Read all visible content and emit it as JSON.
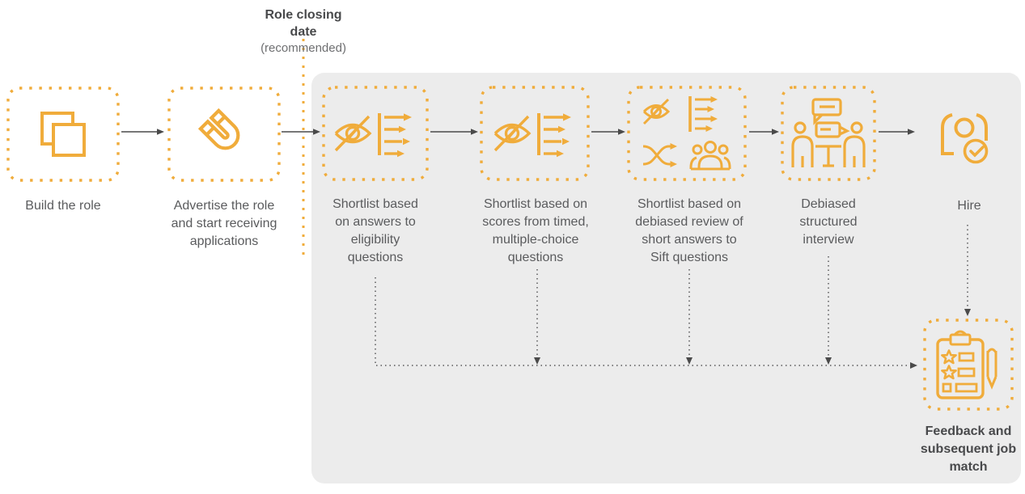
{
  "annotation": {
    "title_lines": [
      "Role closing",
      "date"
    ],
    "note": "(recommended)"
  },
  "steps": [
    {
      "name": "build-role",
      "icon": "copy-squares-icon",
      "lines": [
        "Build the role"
      ]
    },
    {
      "name": "advertise-role",
      "icon": "magnet-icon",
      "lines": [
        "Advertise the role",
        "and start receiving",
        "applications"
      ]
    },
    {
      "name": "shortlist-eligibility",
      "icon": "hidden-eye-sort-icon",
      "lines": [
        "Shortlist based",
        "on answers to",
        "eligibility",
        "questions"
      ]
    },
    {
      "name": "shortlist-mcq",
      "icon": "hidden-eye-sort-icon",
      "lines": [
        "Shortlist based on",
        "scores from timed,",
        "multiple-choice",
        "questions"
      ]
    },
    {
      "name": "shortlist-sift",
      "icon": "hidden-eye-sort-shuffle-team-icon",
      "lines": [
        "Shortlist based on",
        "debiased review of",
        "short answers to",
        "Sift questions"
      ]
    },
    {
      "name": "debiased-interview",
      "icon": "interview-icon",
      "lines": [
        "Debiased",
        "structured",
        "interview"
      ]
    },
    {
      "name": "hire",
      "icon": "hire-celebration-icon",
      "lines": [
        "Hire"
      ]
    }
  ],
  "feedback": {
    "icon": "feedback-form-icon",
    "lines": [
      "Feedback and",
      "subsequent job",
      "match"
    ]
  },
  "colors": {
    "accent": "#F0AC3B",
    "panel_bg": "#ECECEC",
    "solid_arrow": "#4A4A4A",
    "dotted_connector": "#58585A",
    "label_text": "#5A5B5D",
    "heading_text": "#48494B"
  }
}
